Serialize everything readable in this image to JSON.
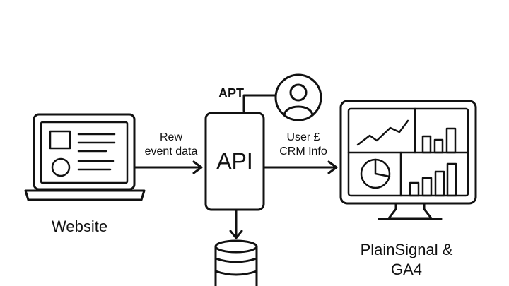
{
  "nodes": {
    "website": {
      "label": "Website"
    },
    "api": {
      "label": "API",
      "top_label": "APT"
    },
    "dashboard": {
      "label_line1": "PlainSignal &",
      "label_line2": "GA4"
    }
  },
  "edges": {
    "website_to_api": {
      "label_line1": "Rew",
      "label_line2": "event data"
    },
    "api_to_dashboard": {
      "label_line1": "User £",
      "label_line2": "CRM Info"
    }
  },
  "icons": [
    "laptop-icon",
    "user-icon",
    "database-icon",
    "monitor-icon",
    "line-chart-icon",
    "bar-chart-icon",
    "pie-chart-icon"
  ],
  "colors": {
    "stroke": "#111111",
    "background": "#ffffff"
  }
}
